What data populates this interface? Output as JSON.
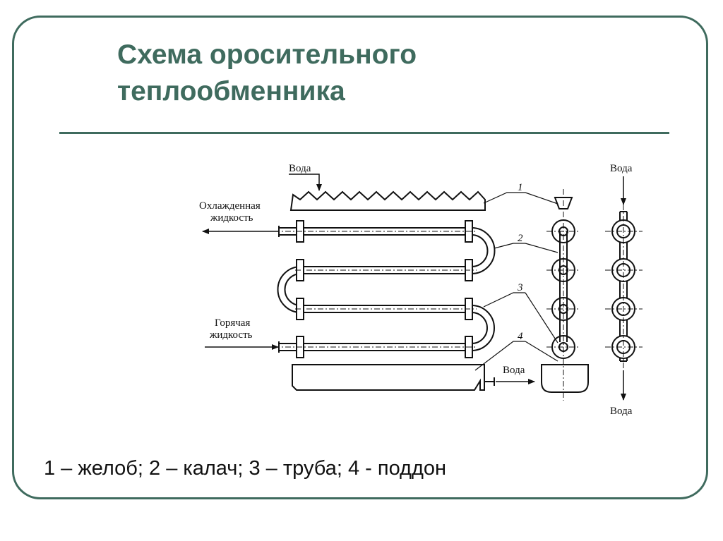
{
  "title": {
    "line1": "Схема оросительного",
    "line2": "теплообменника"
  },
  "diagram": {
    "water_in_label": "Вода",
    "cooled_liquid_line1": "Охлажденная",
    "cooled_liquid_line2": "жидкость",
    "hot_liquid_line1": "Горячая",
    "hot_liquid_line2": "жидкость",
    "water_out_label": "Вода",
    "side_water_top_label": "Вода",
    "side_water_bottom_label": "Вода",
    "callouts": [
      "1",
      "2",
      "3",
      "4"
    ]
  },
  "caption": "1 – желоб; 2 – калач; 3 – труба; 4 - поддон",
  "colors": {
    "accent": "#3f6b5e",
    "line": "#111111"
  }
}
